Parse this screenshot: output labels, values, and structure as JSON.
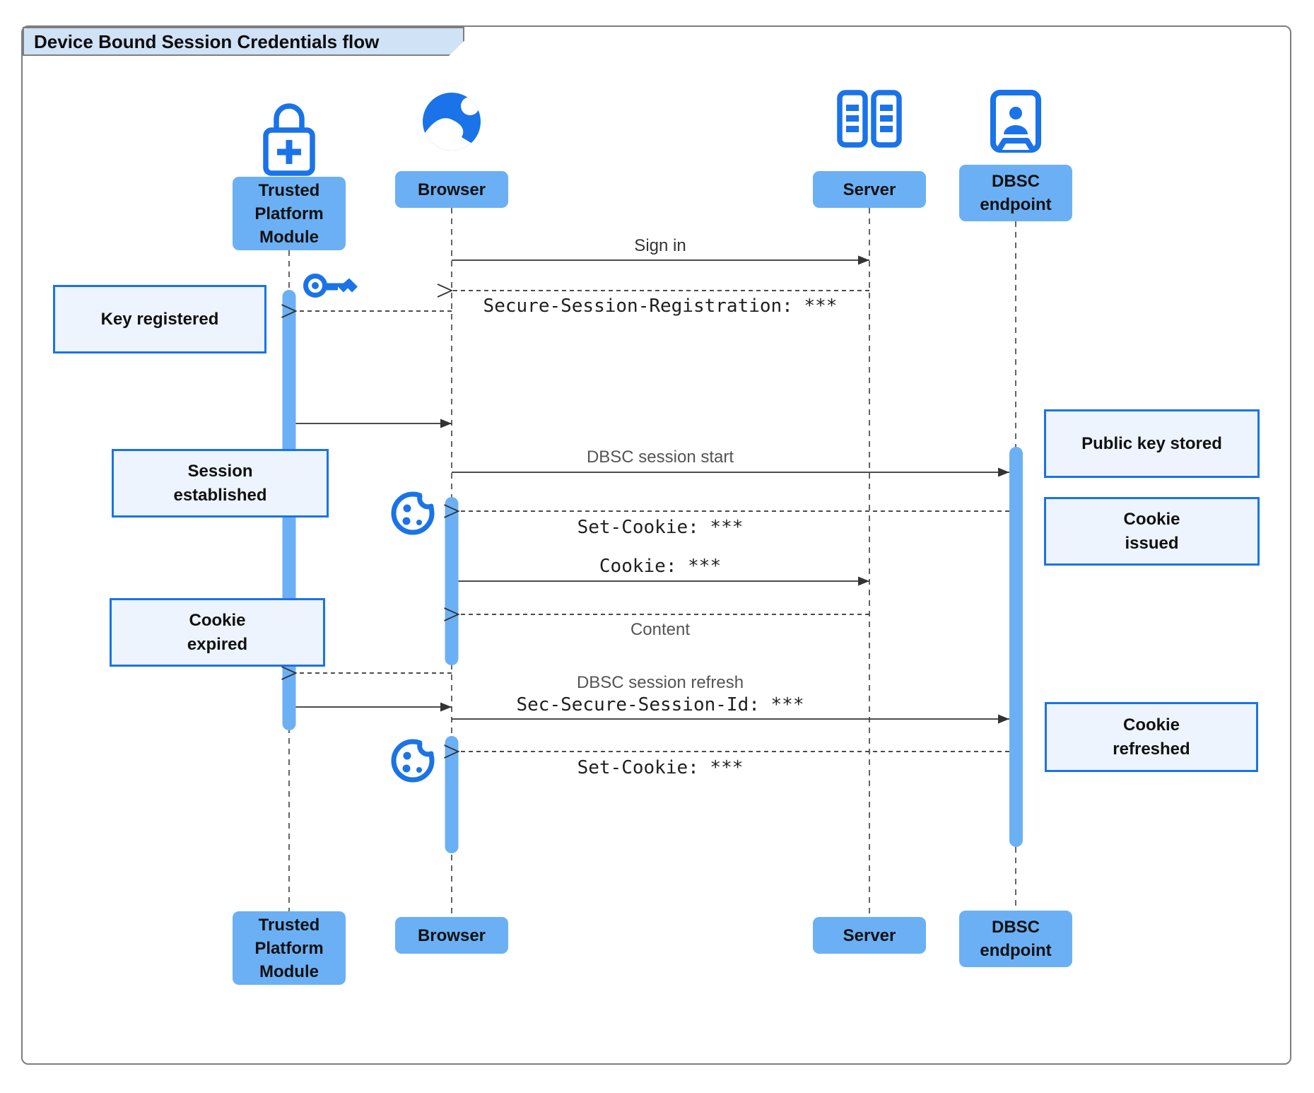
{
  "title": "Device Bound Session Credentials flow",
  "colors": {
    "accent_blue": "#1a73e8",
    "actor_fill": "#6bb0f5",
    "note_fill": "#edf4fd",
    "note_border": "#1a73e8",
    "title_tab_fill": "#cfe2f6",
    "frame_border": "#7e7e7e",
    "arrow": "#333333",
    "gray_label": "#545454"
  },
  "actors": [
    {
      "id": "tpm",
      "label": "Trusted\nPlatform\nModule",
      "icon": "lock-plus-icon"
    },
    {
      "id": "browser",
      "label": "Browser",
      "icon": "globe-icon"
    },
    {
      "id": "server",
      "label": "Server",
      "icon": "server-icon"
    },
    {
      "id": "dbsc",
      "label": "DBSC\nendpoint",
      "icon": "id-badge-icon"
    }
  ],
  "messages": [
    {
      "from": "browser",
      "to": "server",
      "style": "solid",
      "label": "Sign in"
    },
    {
      "from": "server",
      "to": "browser",
      "style": "dashed",
      "label": "Secure-Session-Registration: ***",
      "mono": true
    },
    {
      "from": "browser",
      "to": "tpm",
      "style": "dashed",
      "label": ""
    },
    {
      "from": "tpm",
      "to": "browser",
      "style": "solid",
      "label": ""
    },
    {
      "from": "browser",
      "to": "dbsc",
      "style": "solid",
      "label": "DBSC session start",
      "gray": true
    },
    {
      "from": "dbsc",
      "to": "browser",
      "style": "dashed",
      "label": "Set-Cookie: ***",
      "mono": true
    },
    {
      "from": "browser",
      "to": "server",
      "style": "solid",
      "label": "Cookie: ***",
      "mono": true
    },
    {
      "from": "server",
      "to": "browser",
      "style": "dashed",
      "label": "Content",
      "gray": true
    },
    {
      "from": "browser",
      "to": "tpm",
      "style": "dashed",
      "label": ""
    },
    {
      "from": "tpm",
      "to": "browser",
      "style": "solid",
      "label": ""
    },
    {
      "from": "browser",
      "to": "dbsc",
      "style": "solid",
      "label": "DBSC session refresh",
      "gray": true,
      "label2": "Sec-Secure-Session-Id: ***"
    },
    {
      "from": "dbsc",
      "to": "browser",
      "style": "dashed",
      "label": "Set-Cookie: ***",
      "mono": true
    }
  ],
  "notes": [
    {
      "id": "key-registered",
      "label": "Key registered"
    },
    {
      "id": "session-established",
      "label": "Session\nestablished"
    },
    {
      "id": "cookie-expired",
      "label": "Cookie\nexpired"
    },
    {
      "id": "public-key-stored",
      "label": "Public key stored"
    },
    {
      "id": "cookie-issued",
      "label": "Cookie\nissued"
    },
    {
      "id": "cookie-refreshed",
      "label": "Cookie\nrefreshed"
    }
  ],
  "decorations": [
    {
      "id": "key-icon"
    },
    {
      "id": "cookie-icon-1"
    },
    {
      "id": "cookie-icon-2"
    }
  ]
}
